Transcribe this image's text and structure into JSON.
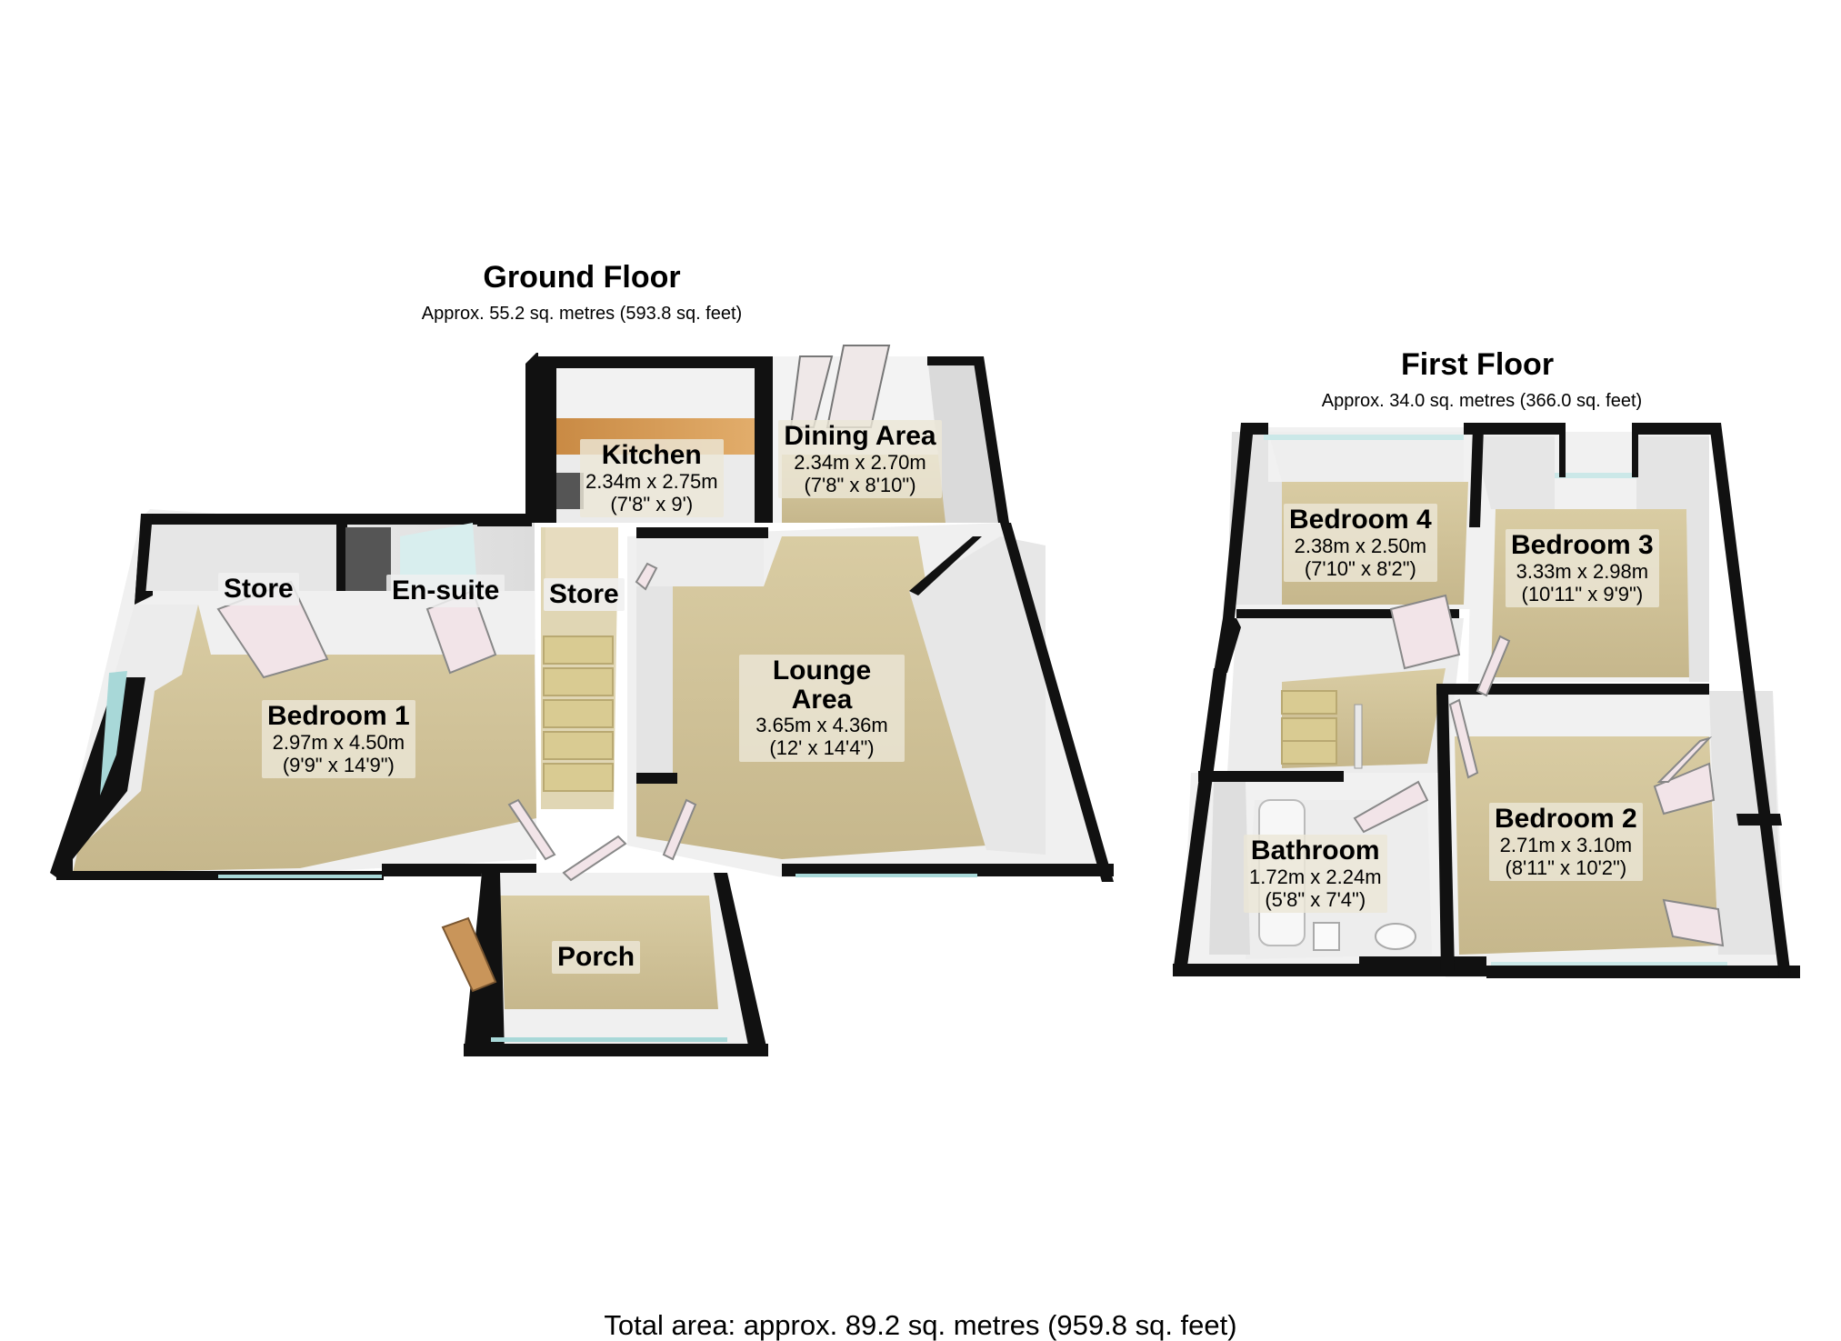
{
  "ground_floor": {
    "title": "Ground Floor",
    "area": "Approx.  55.2 sq. metres (593.8 sq. feet)",
    "rooms": {
      "kitchen": {
        "name": "Kitchen",
        "metric": "2.34m x 2.75m",
        "imperial": "(7'8\" x 9')"
      },
      "dining": {
        "name": "Dining Area",
        "metric": "2.34m x 2.70m",
        "imperial": "(7'8\" x 8'10\")"
      },
      "lounge": {
        "name": "Lounge Area",
        "metric": "3.65m x 4.36m",
        "imperial": "(12' x 14'4\")"
      },
      "bedroom1": {
        "name": "Bedroom 1",
        "metric": "2.97m x 4.50m",
        "imperial": "(9'9\" x 14'9\")"
      },
      "store_left": {
        "name": "Store"
      },
      "ensuite": {
        "name": "En-suite"
      },
      "store_stairs": {
        "name": "Store"
      },
      "porch": {
        "name": "Porch"
      }
    }
  },
  "first_floor": {
    "title": "First Floor",
    "area": "Approx.  34.0 sq. metres (366.0 sq. feet)",
    "rooms": {
      "bedroom4": {
        "name": "Bedroom 4",
        "metric": "2.38m x 2.50m",
        "imperial": "(7'10\" x 8'2\")"
      },
      "bedroom3": {
        "name": "Bedroom 3",
        "metric": "3.33m x 2.98m",
        "imperial": "(10'11\" x 9'9\")"
      },
      "bedroom2": {
        "name": "Bedroom 2",
        "metric": "2.71m x 3.10m",
        "imperial": "(8'11\" x 10'2\")"
      },
      "bathroom": {
        "name": "Bathroom",
        "metric": "1.72m x 2.24m",
        "imperial": "(5'8\" x 7'4\")"
      }
    }
  },
  "total_area": "Total area: approx.  89.2 sq. metres (959.8 sq. feet)",
  "colors": {
    "floor": "#cdbf96",
    "wall": "#111111",
    "wall_inner": "#e8e8e8",
    "kitchen_floor": "#d49a54",
    "window": "#a8d8d8",
    "door": "#f2e4e8"
  }
}
